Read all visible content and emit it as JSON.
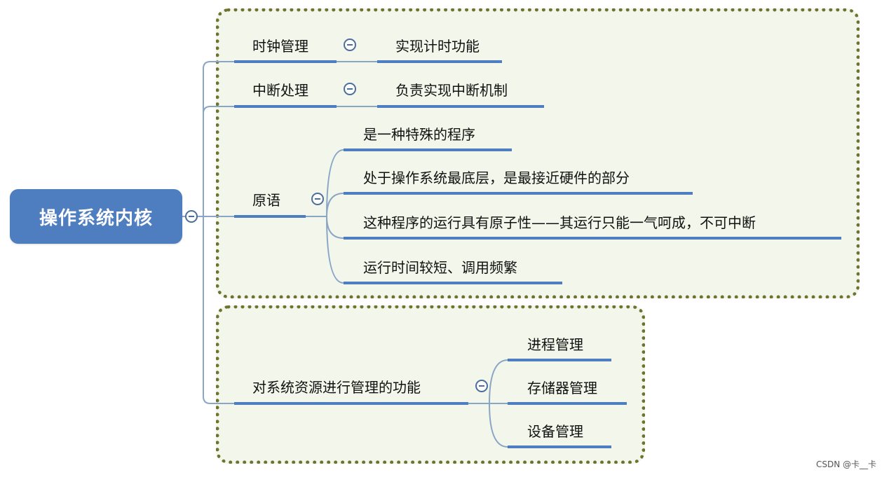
{
  "mindmap": {
    "root": {
      "label": "操作系统内核"
    },
    "branches": [
      {
        "label": "时钟管理",
        "children": [
          "实现计时功能"
        ]
      },
      {
        "label": "中断处理",
        "children": [
          "负责实现中断机制"
        ]
      },
      {
        "label": "原语",
        "children": [
          "是一种特殊的程序",
          "处于操作系统最底层，是最接近硬件的部分",
          "这种程序的运行具有原子性——其运行只能一气呵成，不可中断",
          "运行时间较短、调用频繁"
        ]
      },
      {
        "label": "对系统资源进行管理的功能",
        "children": [
          "进程管理",
          "存储器管理",
          "设备管理"
        ]
      }
    ]
  },
  "watermark": "CSDN @卡__卡",
  "colors": {
    "root_fill": "#4f7ec0",
    "underline": "#4f7ec0",
    "connector": "#8aa6c6",
    "group_border": "#6f7330",
    "group_fill": "#f3f6ea"
  }
}
